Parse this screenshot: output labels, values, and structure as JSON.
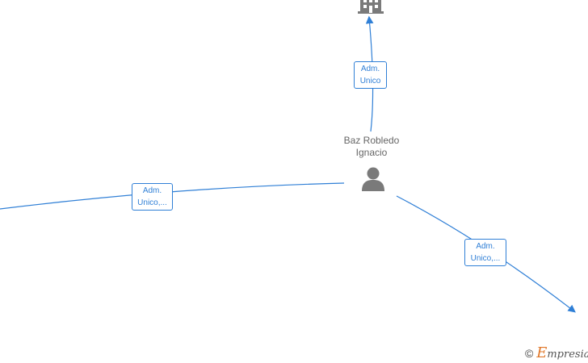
{
  "person": {
    "name_line1": "Baz Robledo",
    "name_line2": "Ignacio",
    "icon": "person-icon"
  },
  "nodes": {
    "top": {
      "icon": "building-icon"
    }
  },
  "relations": [
    {
      "id": "top",
      "line1": "Adm.",
      "line2": "Unico"
    },
    {
      "id": "left",
      "line1": "Adm.",
      "line2": "Unico,..."
    },
    {
      "id": "right",
      "line1": "Adm.",
      "line2": "Unico,..."
    }
  ],
  "watermark": {
    "copyright": "©",
    "brand_first": "E",
    "brand_rest": "mpresia"
  },
  "colors": {
    "edge": "#2f7fd6",
    "icon": "#7a7a7a",
    "brand": "#e0782a"
  }
}
